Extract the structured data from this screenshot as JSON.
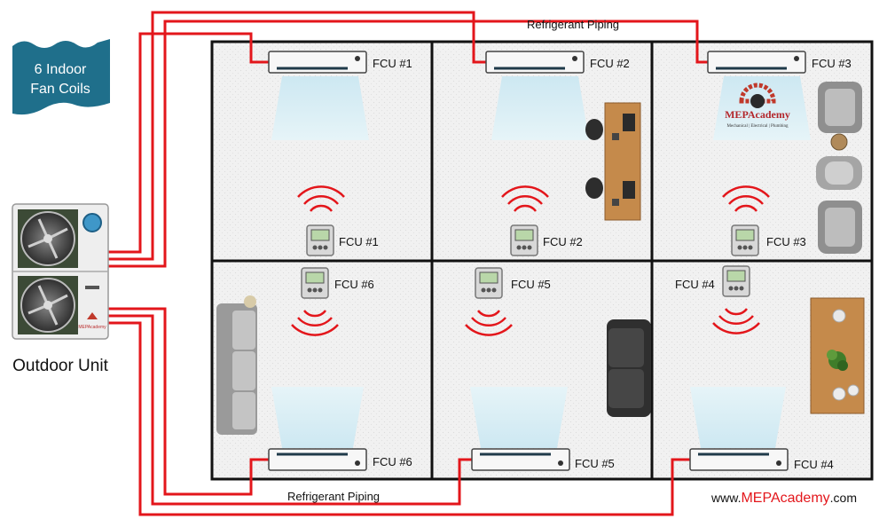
{
  "banner": {
    "line1": "6 Indoor",
    "line2": "Fan Coils"
  },
  "outdoor_unit": {
    "label": "Outdoor Unit",
    "brand": "MEPAcademy"
  },
  "piping": {
    "top_label": "Refrigerant Piping",
    "bottom_label": "Refrigerant Piping"
  },
  "fan_coils": [
    {
      "label": "FCU #1"
    },
    {
      "label": "FCU #2"
    },
    {
      "label": "FCU #3"
    },
    {
      "label": "FCU #6"
    },
    {
      "label": "FCU #5"
    },
    {
      "label": "FCU #4"
    }
  ],
  "thermostats": [
    {
      "label": "FCU #1"
    },
    {
      "label": "FCU #2"
    },
    {
      "label": "FCU #3"
    },
    {
      "label": "FCU #6"
    },
    {
      "label": "FCU #5"
    },
    {
      "label": "FCU #4"
    }
  ],
  "logo": {
    "name": "MEPAcademy",
    "tagline": "Mechanical | Electrical | Plumbing"
  },
  "website": {
    "prefix": "www.",
    "brand": "MEPAcademy",
    "suffix": ".com",
    "brand_color": "#e3161b"
  },
  "colors": {
    "pipe": "#e3161b",
    "banner": "#1f6f8b",
    "wall": "#111111"
  }
}
